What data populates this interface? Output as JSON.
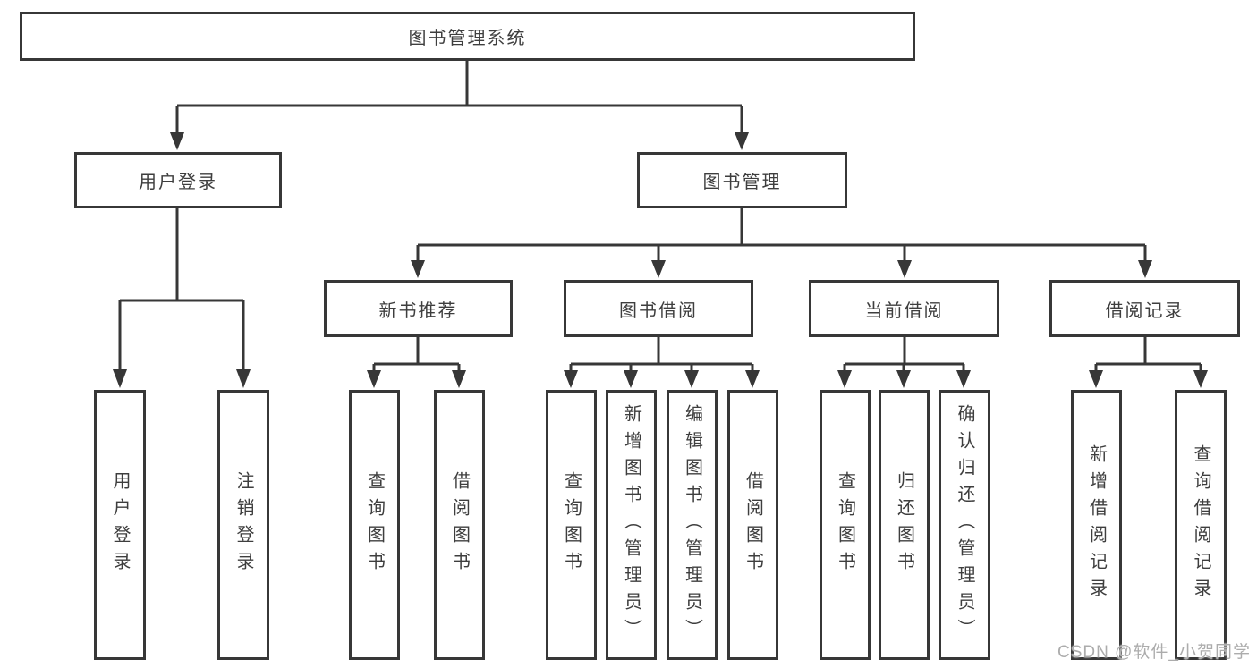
{
  "colors": {
    "line_color": "#373737",
    "box_border_color": "#373737",
    "text_color": "#3e3e3e",
    "watermark_color": "#acacac",
    "background": "#ffffff"
  },
  "diagram": {
    "type": "hierarchy",
    "root": {
      "label": "图书管理系统"
    },
    "level2": [
      {
        "label": "用户登录",
        "parent": "图书管理系统"
      },
      {
        "label": "图书管理",
        "parent": "图书管理系统"
      }
    ],
    "level3": [
      {
        "label": "新书推荐",
        "parent": "图书管理"
      },
      {
        "label": "图书借阅",
        "parent": "图书管理"
      },
      {
        "label": "当前借阅",
        "parent": "图书管理"
      },
      {
        "label": "借阅记录",
        "parent": "图书管理"
      }
    ],
    "leaves": [
      {
        "label": "用户登录",
        "parent": "用户登录"
      },
      {
        "label": "注销登录",
        "parent": "用户登录"
      },
      {
        "label": "查询图书",
        "parent": "新书推荐"
      },
      {
        "label": "借阅图书",
        "parent": "新书推荐"
      },
      {
        "label": "查询图书",
        "parent": "图书借阅"
      },
      {
        "label": "新增图书（管理员）",
        "parent": "图书借阅"
      },
      {
        "label": "编辑图书（管理员）",
        "parent": "图书借阅"
      },
      {
        "label": "借阅图书",
        "parent": "图书借阅"
      },
      {
        "label": "查询图书",
        "parent": "当前借阅"
      },
      {
        "label": "归还图书",
        "parent": "当前借阅"
      },
      {
        "label": "确认归还（管理员）",
        "parent": "当前借阅"
      },
      {
        "label": "新增借阅记录",
        "parent": "借阅记录"
      },
      {
        "label": "查询借阅记录",
        "parent": "借阅记录"
      }
    ]
  },
  "watermark": {
    "text": "CSDN @软件_小贺同学"
  }
}
